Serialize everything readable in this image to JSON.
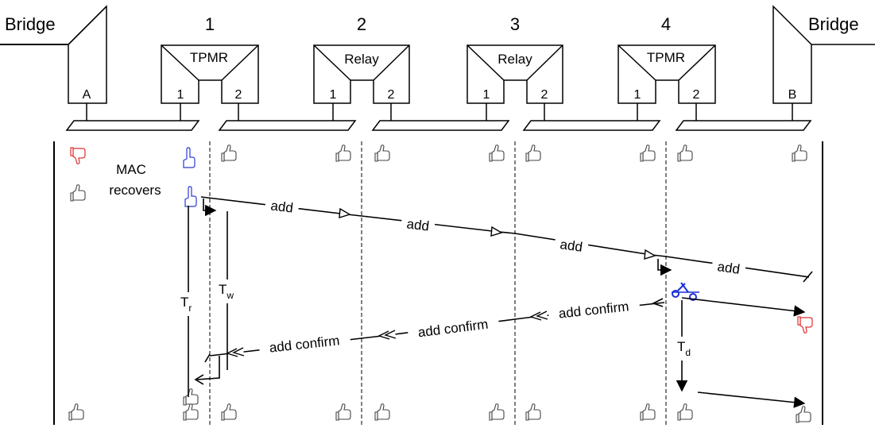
{
  "header": {
    "bridge_left": "Bridge",
    "bridge_right": "Bridge",
    "numbers": [
      "1",
      "2",
      "3",
      "4"
    ]
  },
  "devices": [
    {
      "type": "Bridge",
      "port": "A"
    },
    {
      "type": "TPMR",
      "ports": [
        "1",
        "2"
      ]
    },
    {
      "type": "Relay",
      "ports": [
        "1",
        "2"
      ]
    },
    {
      "type": "Relay",
      "ports": [
        "1",
        "2"
      ]
    },
    {
      "type": "TPMR",
      "ports": [
        "1",
        "2"
      ]
    },
    {
      "type": "Bridge",
      "port": "B"
    }
  ],
  "annotations": {
    "mac_line1": "MAC",
    "mac_line2": "recovers"
  },
  "messages": {
    "add": "add",
    "add_confirm": "add confirm"
  },
  "timers": {
    "tr_main": "T",
    "tr_sub": "r",
    "tw_main": "T",
    "tw_sub": "w",
    "td_main": "T",
    "td_sub": "d"
  },
  "icons": {
    "thumb_up": "thumb-up-icon",
    "thumb_down": "thumb-down-icon",
    "pointing_hand": "pointing-hand-icon",
    "scissors": "scissors-icon"
  },
  "colors": {
    "line": "#000000",
    "down": "#e03030",
    "point": "#2a3ad8",
    "scissors": "#1a2fd8"
  }
}
